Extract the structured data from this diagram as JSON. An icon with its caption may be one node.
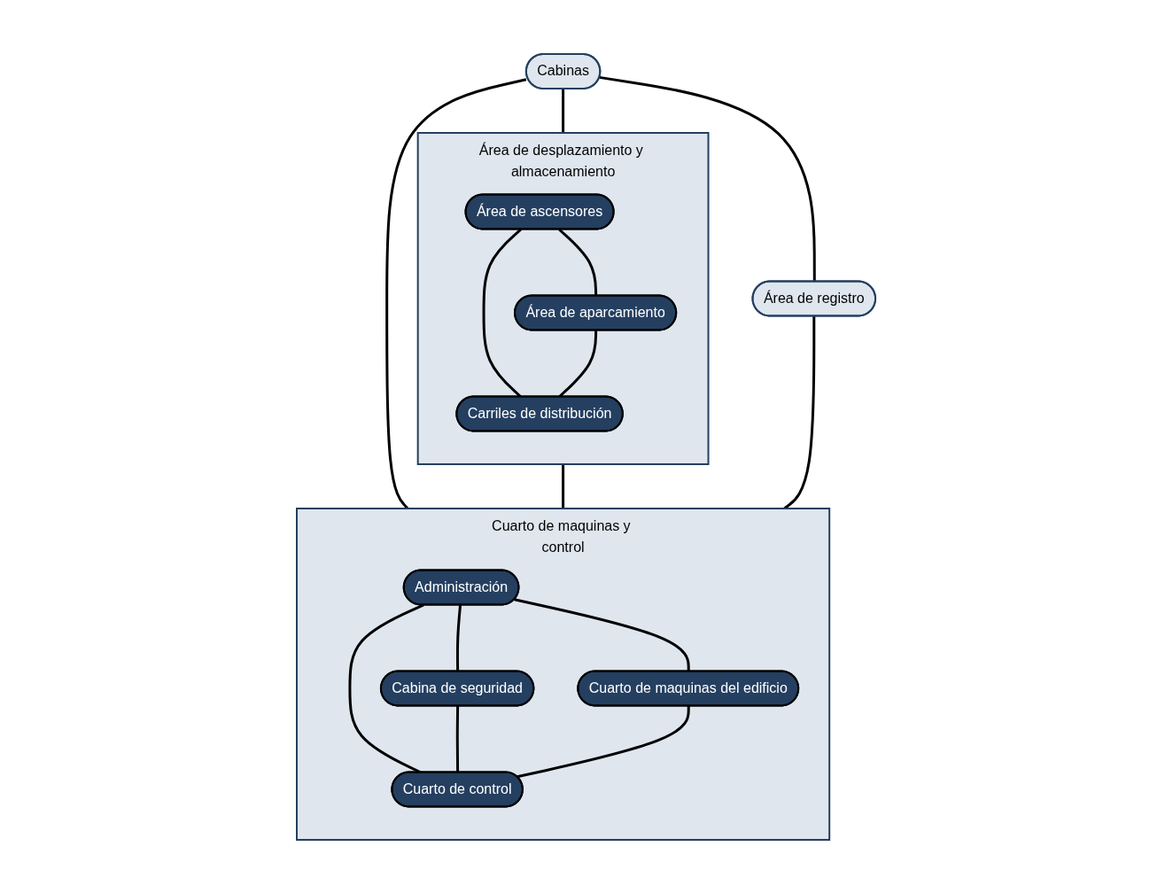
{
  "diagram": {
    "nodes": [
      {
        "text": [
          "Cabinas"
        ]
      },
      {
        "text": [
          "Área de desplazamiento y almacenamiento"
        ]
      },
      {
        "text": [
          "Área de ascensores"
        ],
        "in": 1
      },
      {
        "text": [
          "Área de aparcamiento"
        ],
        "in": 1
      },
      {
        "text": [
          "Carriles de distribución"
        ],
        "in": 1
      },
      {
        "text": [
          "Área de registro"
        ]
      },
      {
        "text": [
          "Cuarto de maquinas y control"
        ]
      },
      {
        "text": [
          "Administración"
        ],
        "in": 6
      },
      {
        "text": [
          "Cabina de seguridad"
        ],
        "in": 6
      },
      {
        "text": [
          "Cuarto de maquinas del edificio"
        ],
        "in": 6
      },
      {
        "text": [
          "Cuarto de control"
        ],
        "in": 6
      }
    ],
    "edges": [
      {
        "from": 0,
        "to": 1,
        "arrow": "none"
      },
      {
        "from": 0,
        "to": 5,
        "arrow": "none"
      },
      {
        "from": 0,
        "to": 6,
        "arrow": "none"
      },
      {
        "from": 2,
        "to": 3,
        "arrow": "none"
      },
      {
        "from": 2,
        "to": 4,
        "arrow": "none"
      },
      {
        "from": 3,
        "to": 4,
        "arrow": "none"
      },
      {
        "from": 1,
        "to": 6,
        "arrow": "none"
      },
      {
        "from": 5,
        "to": 6,
        "arrow": "none"
      },
      {
        "from": 7,
        "to": 8,
        "arrow": "none"
      },
      {
        "from": 7,
        "to": 9,
        "arrow": "none"
      },
      {
        "from": 7,
        "to": 10,
        "arrow": "none"
      },
      {
        "from": 8,
        "to": 10,
        "arrow": "none"
      },
      {
        "from": 9,
        "to": 10,
        "arrow": "none"
      }
    ]
  }
}
